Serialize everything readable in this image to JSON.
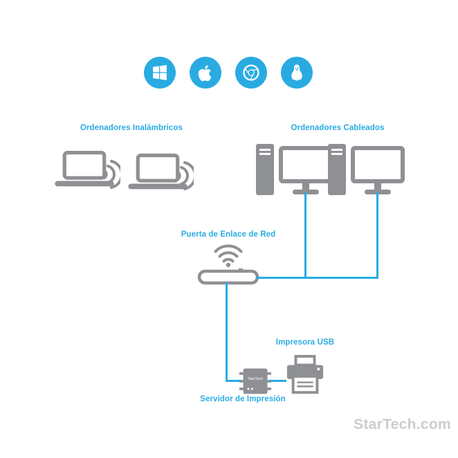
{
  "colors": {
    "accent": "#29abe2",
    "device_gray": "#8f9093",
    "watermark_gray": "#cccccc",
    "icon_foreground": "#ffffff"
  },
  "platform_icons": [
    "windows-icon",
    "apple-icon",
    "chrome-icon",
    "linux-icon"
  ],
  "labels": {
    "wireless_computers": "Ordenadores Inalámbricos",
    "wired_computers": "Ordenadores Cableados",
    "network_gateway": "Puerta de Enlace de Red",
    "usb_printer": "Impresora USB",
    "print_server": "Servidor de Impresión"
  },
  "devices": {
    "print_server_text": "StarTech"
  },
  "watermark": "StarTech.com"
}
